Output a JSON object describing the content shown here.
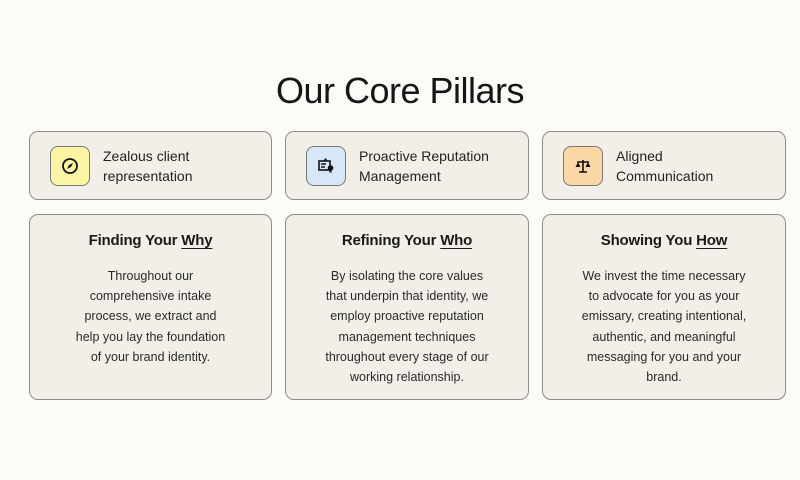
{
  "title": "Our Core Pillars",
  "pillars": [
    {
      "label": "Zealous client representation",
      "icon": "compass-icon",
      "color": "#fbf4a2"
    },
    {
      "label": "Proactive Reputation Management",
      "icon": "certificate-icon",
      "color": "#d8e7f7"
    },
    {
      "label": "Aligned Communication",
      "icon": "scale-icon",
      "color": "#fcd7a6"
    }
  ],
  "cards": [
    {
      "heading": "Finding Your ",
      "emph": "Why",
      "body": "Throughout our comprehensive intake process, we extract and help you lay the foundation of your brand identity."
    },
    {
      "heading": "Refining Your ",
      "emph": "Who",
      "body": "By isolating the core values that underpin that identity, we employ proactive reputation management techniques throughout every stage of our working relationship."
    },
    {
      "heading": "Showing You ",
      "emph": "How",
      "body": "We invest the time necessary to advocate for you as your emissary, creating intentional, authentic, and meaningful messaging for you and your brand."
    }
  ]
}
